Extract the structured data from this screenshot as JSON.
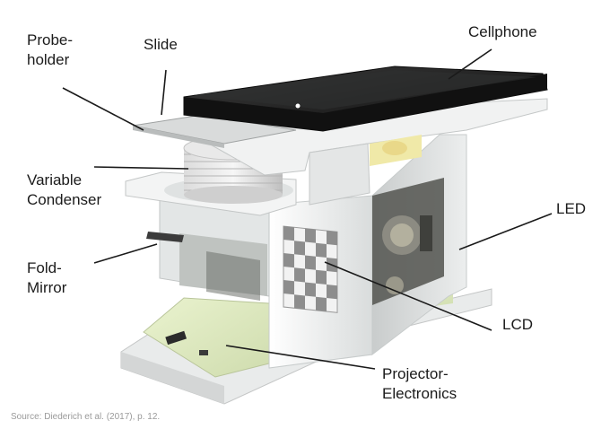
{
  "labels": {
    "probeholder": [
      "Probe-",
      "holder"
    ],
    "slide": "Slide",
    "cellphone": "Cellphone",
    "variable_condenser": [
      "Variable",
      "Condenser"
    ],
    "led": "LED",
    "fold_mirror": [
      "Fold-",
      "Mirror"
    ],
    "lcd": "LCD",
    "projector_electronics": [
      "Projector-",
      "Electronics"
    ]
  },
  "source": "Source: Diederich et al. (2017), p. 12.",
  "colors": {
    "leader_line": "#1a1a1a",
    "phone_body": "#1c1c1c",
    "housing": "#eef0f0",
    "pcb": "#dfe9c8",
    "source_text": "#9a9a9a"
  }
}
